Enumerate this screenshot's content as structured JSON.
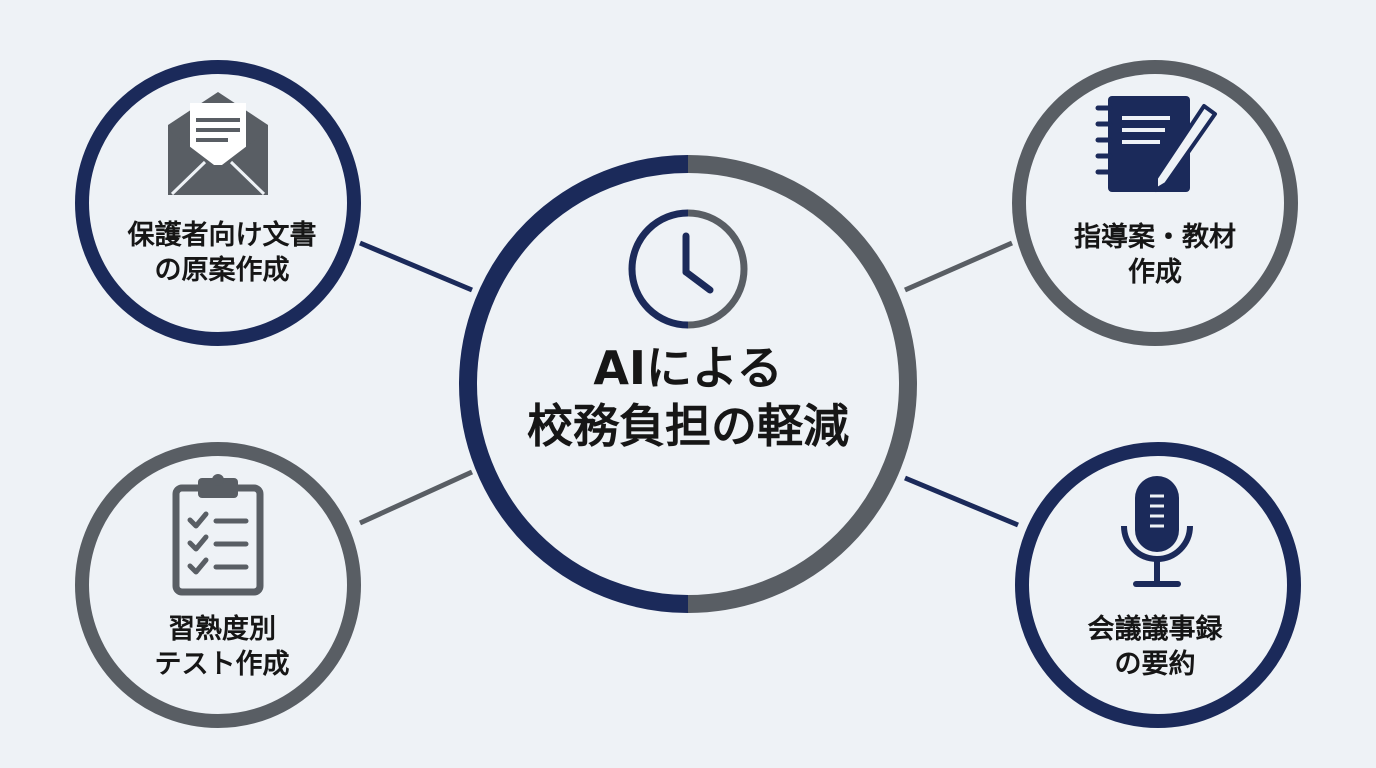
{
  "colors": {
    "background": "#eef2f6",
    "navy": "#1b2a5a",
    "gray": "#595e64",
    "text": "#161616"
  },
  "center": {
    "title_line1": "AIによる",
    "title_line2": "校務負担の軽減",
    "icon": "clock-icon",
    "ring_colors": [
      "navy",
      "gray"
    ]
  },
  "nodes": [
    {
      "id": "tl",
      "icon": "envelope-letter-icon",
      "ring": "navy",
      "line1": "保護者向け文書",
      "line2": "の原案作成"
    },
    {
      "id": "tr",
      "icon": "notebook-pen-icon",
      "ring": "gray",
      "line1": "指導案・教材",
      "line2": "作成"
    },
    {
      "id": "bl",
      "icon": "clipboard-checklist-icon",
      "ring": "gray",
      "line1": "習熟度別",
      "line2": "テスト作成"
    },
    {
      "id": "br",
      "icon": "microphone-icon",
      "ring": "navy",
      "line1": "会議議事録",
      "line2": "の要約"
    }
  ]
}
